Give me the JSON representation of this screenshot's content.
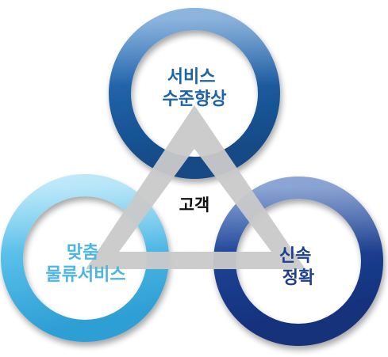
{
  "diagram": {
    "center_label": "고객",
    "nodes": [
      {
        "id": "top",
        "lines": [
          "서비스",
          "수준향상"
        ],
        "color": "#1f62a6"
      },
      {
        "id": "left",
        "lines": [
          "맞춤",
          "물류서비스"
        ],
        "color": "#4cb6e3"
      },
      {
        "id": "right",
        "lines": [
          "신속",
          "정확"
        ],
        "color": "#1c3f8e"
      }
    ],
    "connector_color": "#c9c9c9"
  }
}
